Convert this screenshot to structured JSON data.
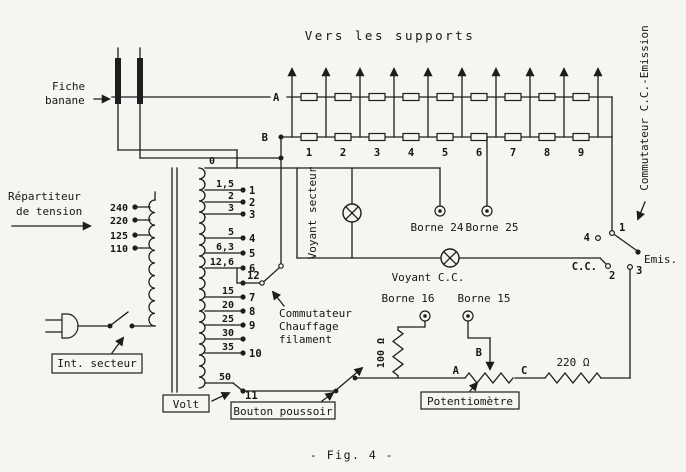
{
  "figure": {
    "caption": "- Fig. 4 -"
  },
  "top": {
    "title": "Vers les supports",
    "row_a_label": "A",
    "row_b_label": "B",
    "column_numbers": [
      "1",
      "2",
      "3",
      "4",
      "5",
      "6",
      "7",
      "8",
      "9"
    ]
  },
  "right_panel": {
    "vertical_label": "Commutateur C.C.-Emission",
    "selector": {
      "pos4": "4",
      "pos1": "1",
      "cc": "C.C.",
      "pos2": "2",
      "pos3": "3",
      "emission": "Emis."
    }
  },
  "left_panel": {
    "fiche_banane": [
      "Fiche",
      "banane"
    ],
    "repartiteur": [
      "Répartiteur",
      "de tension"
    ],
    "voltage_taps": [
      "240",
      "220",
      "125",
      "110"
    ],
    "int_secteur": "Int. secteur",
    "volt": "Volt"
  },
  "transformer": {
    "taps": [
      {
        "value": "0",
        "terminal": ""
      },
      {
        "value": "1,5",
        "terminal": "1"
      },
      {
        "value": "2",
        "terminal": "2"
      },
      {
        "value": "3",
        "terminal": "3"
      },
      {
        "value": "5",
        "terminal": "4"
      },
      {
        "value": "6,3",
        "terminal": "5"
      },
      {
        "value": "12,6",
        "terminal": "6"
      },
      {
        "value": "",
        "terminal": "12"
      },
      {
        "value": "15",
        "terminal": "7"
      },
      {
        "value": "20",
        "terminal": "8"
      },
      {
        "value": "25",
        "terminal": "9"
      },
      {
        "value": "30",
        "terminal": ""
      },
      {
        "value": "35",
        "terminal": "10"
      },
      {
        "value": "50",
        "terminal": "11"
      }
    ]
  },
  "components": {
    "voyant_secteur": "Voyant secteur",
    "voyant_cc": "Voyant C.C.",
    "borne_24": "Borne 24",
    "borne_25": "Borne 25",
    "borne_16": "Borne 16",
    "borne_15": "Borne 15",
    "commutateur_chauffage": [
      "Commutateur",
      "Chauffage",
      "filament"
    ],
    "bouton_poussoir": "Bouton poussoir",
    "potentiometre": "Potentiomètre",
    "pot_terminals": {
      "a": "A",
      "b": "B",
      "c": "C"
    },
    "r100": "100 Ω",
    "r220": "220 Ω"
  },
  "colors": {
    "ink": "#1d1d1d",
    "paper": "#f6f5f1"
  }
}
